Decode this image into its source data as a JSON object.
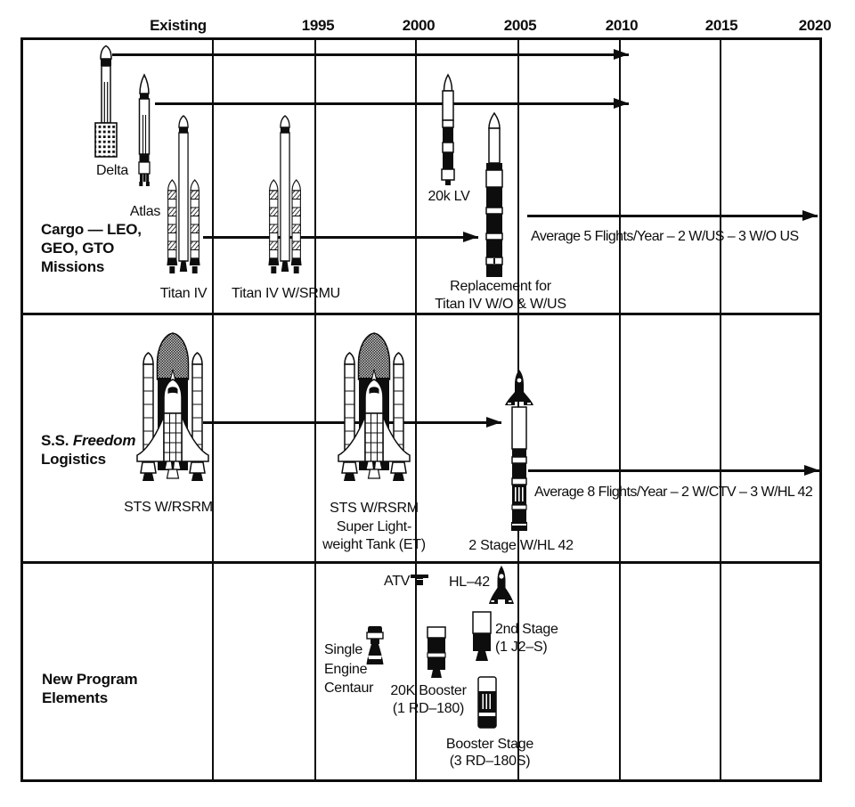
{
  "axis": {
    "labels": [
      "Existing",
      "1995",
      "2000",
      "2005",
      "2010",
      "2015",
      "2020"
    ]
  },
  "cargo": {
    "header": [
      "Cargo — LEO,",
      "GEO, GTO",
      "Missions"
    ],
    "delta": "Delta",
    "atlas": "Atlas",
    "titan4": "Titan IV",
    "titan4_srmu": "Titan IV W/SRMU",
    "lv20k": "20k LV",
    "replacement": [
      "Replacement for",
      "Titan IV W/O & W/US"
    ],
    "note": "Average 5 Flights/Year – 2 W/US – 3 W/O US"
  },
  "freedom": {
    "header_prefix": "S.S. ",
    "header_italic": "Freedom",
    "header_line2": "Logistics",
    "sts": "STS W/RSRM",
    "sts_slwt": [
      "STS W/RSRM",
      "Super Light-",
      "weight Tank (ET)"
    ],
    "two_stage": "2 Stage W/HL 42",
    "note": "Average 8 Flights/Year – 2 W/CTV – 3 W/HL 42"
  },
  "new_program": {
    "header": [
      "New Program",
      "Elements"
    ],
    "atv": "ATV",
    "hl42": "HL–42",
    "centaur": [
      "Single",
      "Engine",
      "Centaur"
    ],
    "booster20k": [
      "20K Booster",
      "(1 RD–180)"
    ],
    "second_stage": [
      "2nd Stage",
      "(1 J2–S)"
    ],
    "booster_stage": [
      "Booster Stage",
      "(3 RD–180S)"
    ]
  }
}
